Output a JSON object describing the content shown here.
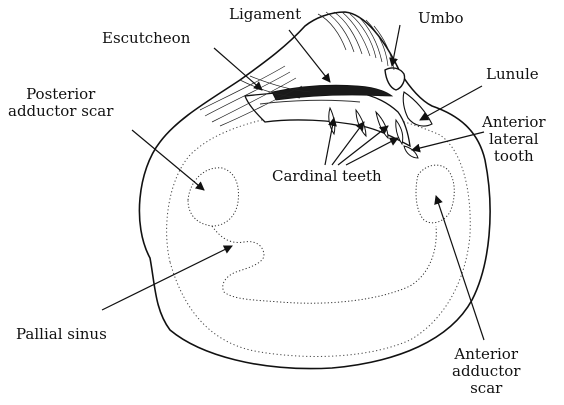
{
  "labels": {
    "ligament": "Ligament",
    "umbo": "Umbo",
    "escutcheon": "Escutcheon",
    "lunule": "Lunule",
    "posterior_adductor_scar": [
      "Posterior",
      "adductor scar"
    ],
    "anterior_lateral_tooth": [
      "Anterior",
      "lateral",
      "tooth"
    ],
    "cardinal_teeth": "Cardinal teeth",
    "pallial_sinus": "Pallial sinus",
    "anterior_adductor_scar": [
      "Anterior",
      "adductor",
      "scar"
    ]
  },
  "colors": {
    "ink": "#111111",
    "background": "#ffffff"
  }
}
